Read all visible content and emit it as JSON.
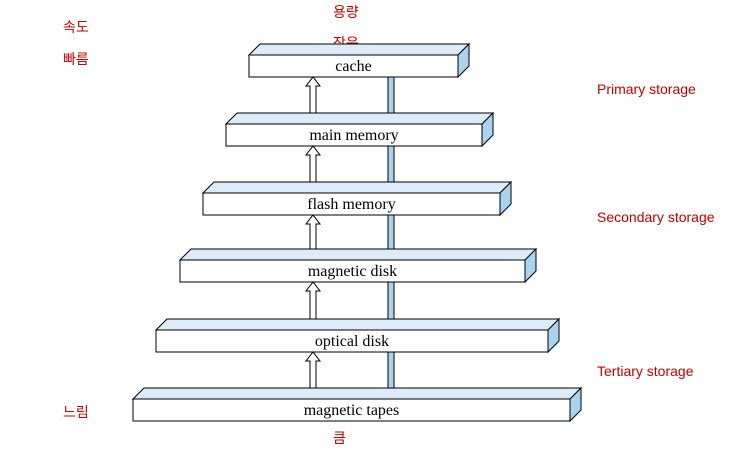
{
  "side_labels": {
    "speed_fast": "속도",
    "speed_fast_2": "빠름",
    "speed_slow": "느림",
    "capacity_small": "용량",
    "capacity_small_2": "작음",
    "capacity_large": "큼"
  },
  "tiers": {
    "primary": "Primary storage",
    "secondary": "Secondary storage",
    "tertiary": "Tertiary storage"
  },
  "levels": [
    {
      "label": "cache"
    },
    {
      "label": "main memory"
    },
    {
      "label": "flash memory"
    },
    {
      "label": "magnetic disk"
    },
    {
      "label": "optical disk"
    },
    {
      "label": "magnetic tapes"
    }
  ],
  "colors": {
    "label_red": "#c00000",
    "box_top": "#dcecf8",
    "box_side": "#a8d4ef",
    "arrow_down": "#a8d4ef"
  }
}
